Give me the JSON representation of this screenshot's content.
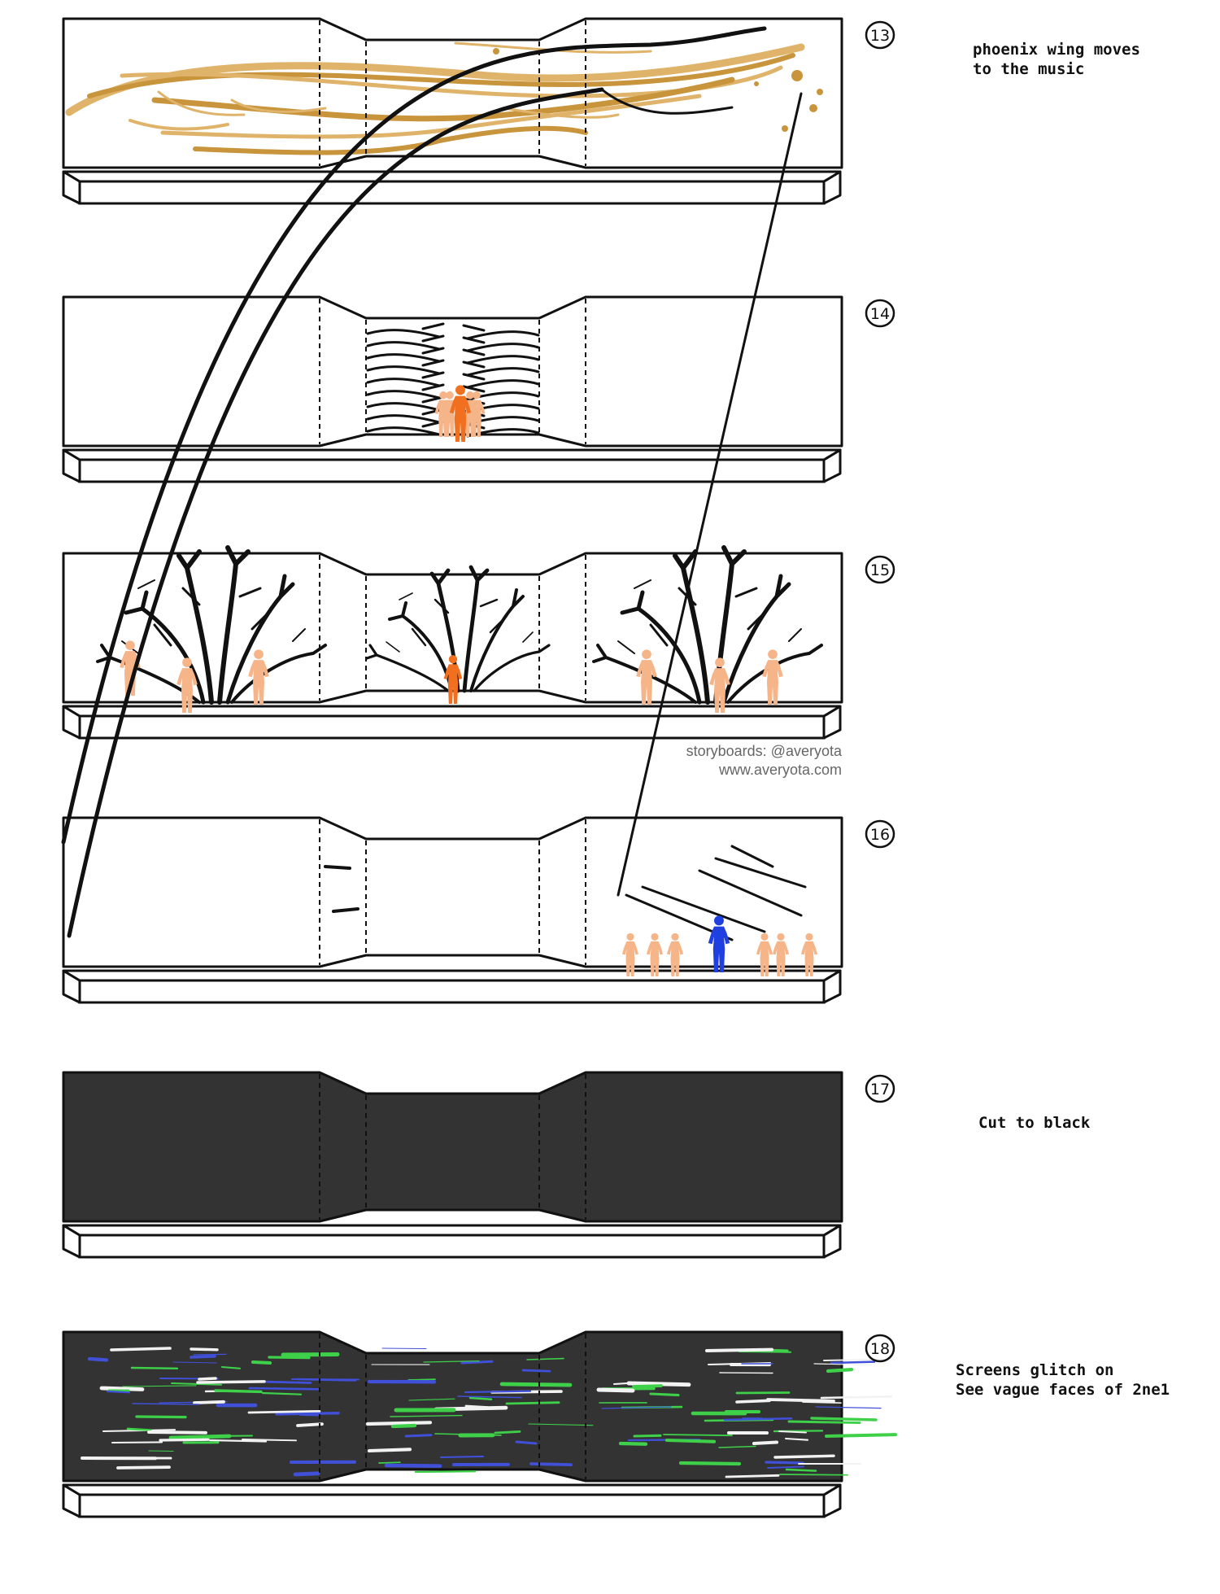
{
  "panels": [
    {
      "number": "13",
      "note_lines": [
        "phoenix wing moves",
        "to the music"
      ],
      "screen": "white",
      "art": "phoenix-wing"
    },
    {
      "number": "14",
      "note_lines": [],
      "screen": "white",
      "art": "reaching-hands"
    },
    {
      "number": "15",
      "note_lines": [],
      "screen": "white",
      "art": "trees"
    },
    {
      "number": "16",
      "note_lines": [],
      "screen": "white",
      "art": "giant-arm"
    },
    {
      "number": "17",
      "note_lines": [
        "Cut to black"
      ],
      "screen": "black",
      "art": "none"
    },
    {
      "number": "18",
      "note_lines": [
        "Screens glitch on",
        "See vague faces of 2ne1"
      ],
      "screen": "black",
      "art": "glitch"
    }
  ],
  "credit": {
    "line1": "storyboards: @averyota",
    "line2": "www.averyota.com"
  },
  "colors": {
    "ink": "#111111",
    "gold": "#c9953c",
    "gold_light": "#dfb36a",
    "dancer": "#f6b489",
    "lead_orange": "#f07020",
    "lead_blue": "#1f3fe0",
    "black_screen": "#333333",
    "glitch_green": "#3fd04a",
    "glitch_blue": "#4050d8",
    "glitch_white": "#f2f2f2"
  }
}
